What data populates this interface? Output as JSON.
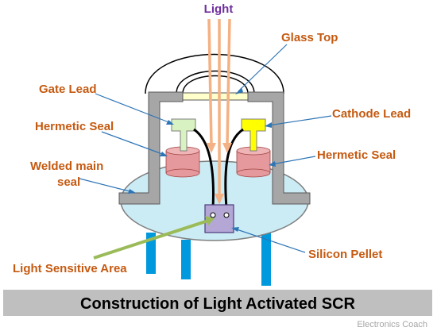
{
  "labels": {
    "light": "Light",
    "glass_top": "Glass Top",
    "gate_lead": "Gate Lead",
    "cathode_lead": "Cathode Lead",
    "hermetic_seal_left": "Hermetic Seal",
    "hermetic_seal_right": "Hermetic Seal",
    "welded_main_seal_line1": "Welded main",
    "welded_main_seal_line2": "seal",
    "light_sensitive_area": "Light Sensitive Area",
    "silicon_pellet": "Silicon Pellet"
  },
  "title": "Construction of Light Activated SCR",
  "watermark": "Electronics Coach",
  "colors": {
    "label_text": "#c55a11",
    "light_label": "#7030a0",
    "light_beams": "#f4b183",
    "pointer_lines": "#2e75b6",
    "light_sensitive_pointer": "#9bbb59",
    "base_fill": "#ccecf5",
    "housing_fill": "#a6a6a6",
    "glass_fill": "#ffffcc",
    "seal_fill": "#e6999c",
    "gate_lead_fill": "#d9f2c1",
    "cathode_lead_fill": "#ffff00",
    "pellet_fill": "#b4a7d6",
    "pins_fill": "#0099dd",
    "title_bar_fill": "#bfbfbf"
  }
}
